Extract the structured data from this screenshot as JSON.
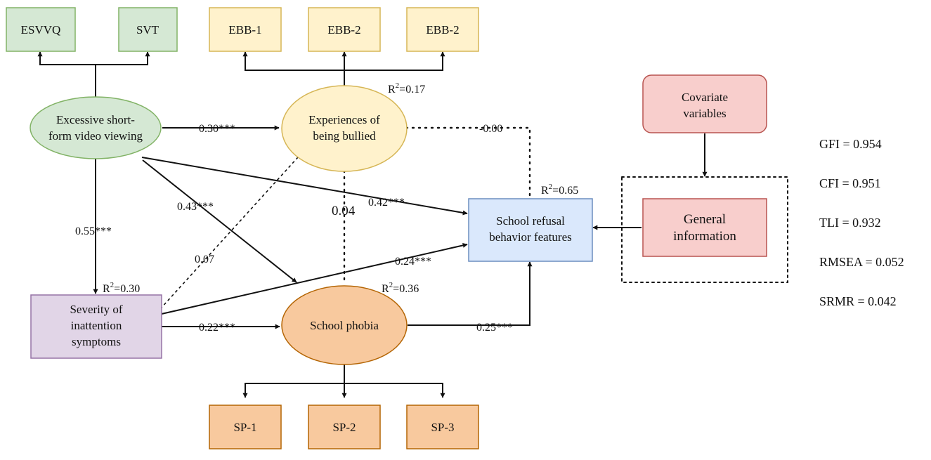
{
  "indicators": {
    "esvvq": "ESVVQ",
    "svt": "SVT",
    "ebb1": "EBB-1",
    "ebb2a": "EBB-2",
    "ebb2b": "EBB-2",
    "sp1": "SP-1",
    "sp2": "SP-2",
    "sp3": "SP-3"
  },
  "latent": {
    "video": [
      "Excessive short-",
      "form video viewing"
    ],
    "bullied": [
      "Experiences of",
      "being bullied"
    ],
    "phobia": "School phobia"
  },
  "observed": {
    "inattention": [
      "Severity of",
      "inattention",
      "symptoms"
    ],
    "refusal": [
      "School refusal",
      "behavior features"
    ],
    "covariate": [
      "Covariate",
      "variables"
    ],
    "general": [
      "General",
      "information"
    ]
  },
  "r_squared": {
    "prefix": "R",
    "exponent": "2",
    "bullied": "=0.17",
    "refusal": "=0.65",
    "inattention": "=0.30",
    "phobia": "=0.36"
  },
  "paths": {
    "video_bullied": "0.30***",
    "video_refusal": "0.42***",
    "video_phobia": "0.43***",
    "video_inattention": "0.55***",
    "inattention_bullied": "0.07",
    "bullied_phobia": "0.04",
    "bullied_refusal": "-0.00",
    "inattention_refusal": "0.24***",
    "inattention_phobia": "0.22***",
    "phobia_refusal": "0.25***"
  },
  "fit_indices": [
    "GFI = 0.954",
    "CFI = 0.951",
    "TLI = 0.932",
    "RMSEA = 0.052",
    "SRMR = 0.042"
  ],
  "colors": {
    "green_fill": "#d5e8d4",
    "green_stroke": "#82b366",
    "yellow_fill": "#fff2cc",
    "yellow_stroke": "#d6b656",
    "orange_fill": "#f8c99e",
    "orange_stroke": "#b46504",
    "purple_fill": "#e1d5e7",
    "purple_stroke": "#9673a6",
    "blue_fill": "#dae8fc",
    "blue_stroke": "#6c8ebf",
    "pink_fill": "#f8cecc",
    "pink_stroke": "#b85450"
  }
}
